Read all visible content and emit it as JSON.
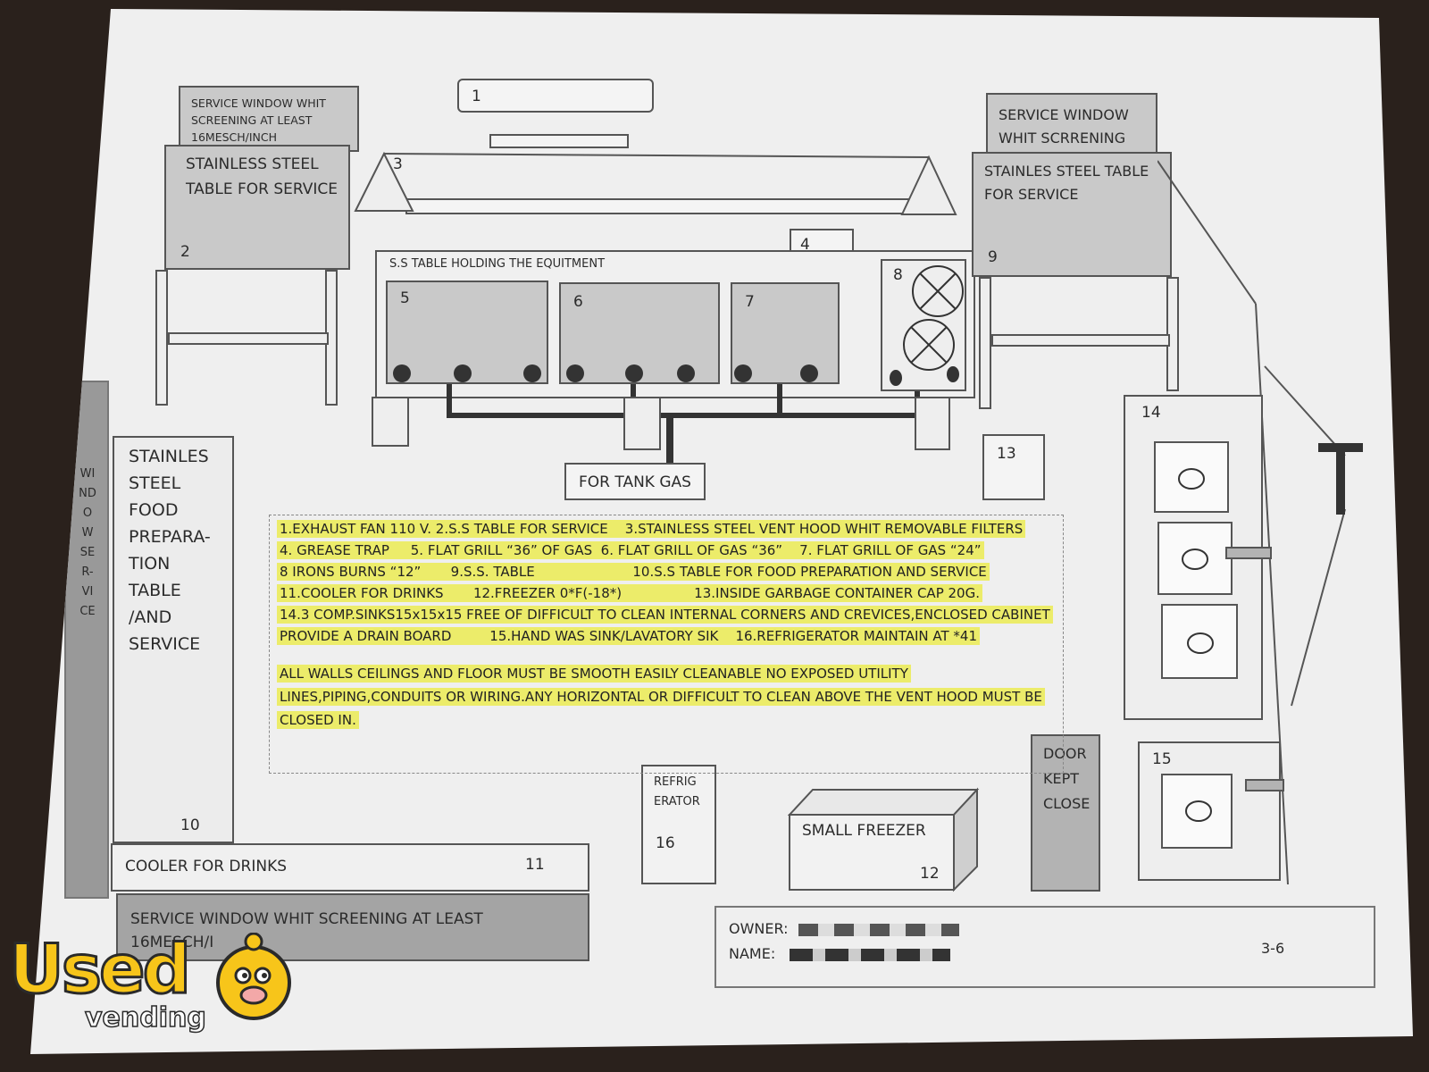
{
  "service_window_top_left": "SERVICE WINDOW WHIT SCREENING AT LEAST 16MESCH/INCH",
  "service_window_top_right": "SERVICE WINDOW WHIT SCRRENING",
  "service_window_bottom": "SERVICE WINDOW WHIT SCREENING AT LEAST 16MESCH/I",
  "service_window_left_vertical": [
    "WI",
    "ND",
    "O",
    "W",
    "SE",
    "R-",
    "VI",
    "CE"
  ],
  "table_left_service": [
    "STAINLESS STEEL",
    "TABLE FOR SERVICE"
  ],
  "table_right_service": [
    "STAINLES STEEL TABLE",
    "FOR SERVICE"
  ],
  "table_equipment": "S.S TABLE HOLDING THE EQUITMENT",
  "food_prep_table": [
    "STAINLES",
    "STEEL",
    "FOOD",
    "PREPARA-",
    "TION",
    "TABLE",
    "/AND",
    "SERVICE"
  ],
  "tank_gas": "FOR TANK GAS",
  "cooler": "COOLER FOR DRINKS",
  "refrigerator": [
    "REFRIG",
    "ERATOR"
  ],
  "small_freezer": "SMALL FREEZER",
  "door": [
    "DOOR",
    "KEPT",
    "CLOSE"
  ],
  "numbers": {
    "n1": "1",
    "n2": "2",
    "n3": "3",
    "n4": "4",
    "n5": "5",
    "n6": "6",
    "n7": "7",
    "n8": "8",
    "n9": "9",
    "n10": "10",
    "n11": "11",
    "n12": "12",
    "n13": "13",
    "n14": "14",
    "n15": "15",
    "n16": "16"
  },
  "notes": [
    "1.EXHAUST FAN 110 V. 2.S.S TABLE FOR SERVICE    3.STAINLESS STEEL VENT HOOD WHIT REMOVABLE FILTERS",
    "4. GREASE TRAP     5. FLAT GRILL “36” OF GAS  6. FLAT GRILL OF GAS “36”    7. FLAT GRILL OF GAS “24”",
    "8 IRONS BURNS “12”       9.S.S. TABLE                       10.S.S TABLE FOR FOOD PREPARATION AND SERVICE",
    "11.COOLER FOR DRINKS       12.FREEZER 0*F(-18*)                 13.INSIDE GARBAGE CONTAINER CAP 20G.",
    "14.3 COMP.SINKS15x15x15 FREE OF DIFFICULT TO CLEAN INTERNAL CORNERS AND CREVICES,ENCLOSED CABINET",
    "PROVIDE A DRAIN BOARD         15.HAND WAS SINK/LAVATORY SIK    16.REFRIGERATOR MAINTAIN AT *41",
    "ALL WALLS CEILINGS AND FLOOR MUST BE SMOOTH EASILY CLEANABLE NO EXPOSED UTILITY",
    "LINES,PIPING,CONDUITS OR WIRING.ANY HORIZONTAL OR DIFFICULT TO CLEAN ABOVE THE VENT HOOD MUST BE",
    "CLOSED IN."
  ],
  "owner_label": "OWNER:",
  "name_label": "NAME:",
  "page_number": "3-6",
  "logo_main": "Used",
  "logo_sub": "vending",
  "colors": {
    "highlight": "#ecec6a",
    "logo_yellow": "#f7c51a",
    "paper": "#efefef",
    "background": "#2a211c"
  }
}
